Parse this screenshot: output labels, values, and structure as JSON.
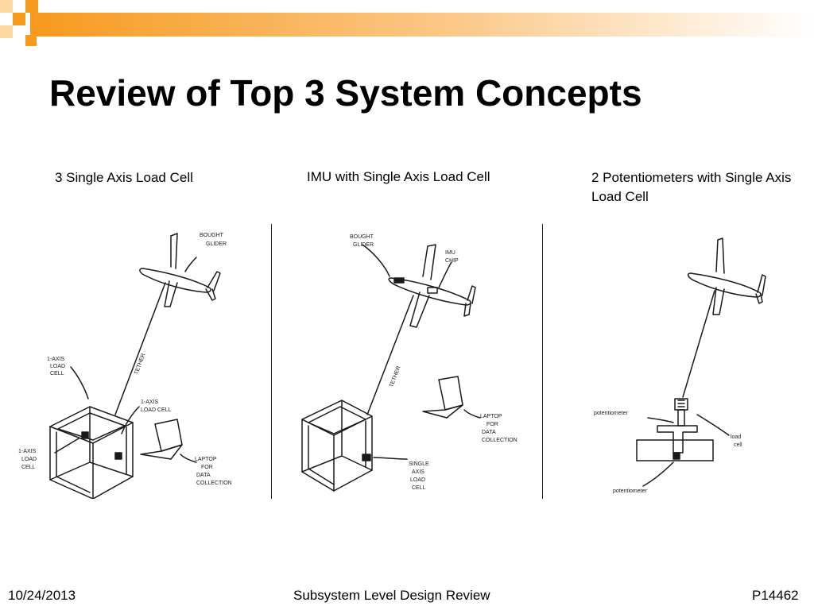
{
  "slide": {
    "title": "Review of Top 3 System Concepts"
  },
  "concepts": [
    {
      "caption": "3 Single Axis Load Cell",
      "labels": {
        "glider": [
          "BOUGHT",
          "GLIDER"
        ],
        "tether": "TETHER",
        "load_cell_a": [
          "1-AXIS",
          "LOAD",
          "CELL"
        ],
        "load_cell_b": [
          "1-AXIS",
          "LOAD CELL"
        ],
        "load_cell_c": [
          "1-AXIS",
          "LOAD",
          "CELL"
        ],
        "laptop": [
          "LAPTOP",
          "FOR",
          "DATA",
          "COLLECTION"
        ]
      }
    },
    {
      "caption": "IMU with Single Axis Load Cell",
      "labels": {
        "glider": [
          "BOUGHT",
          "GLIDER"
        ],
        "imu": [
          "IMU",
          "CHIP"
        ],
        "tether": "TETHER",
        "laptop": [
          "LAPTOP",
          "FOR",
          "DATA",
          "COLLECTION"
        ],
        "load_cell": [
          "SINGLE",
          "AXIS",
          "LOAD",
          "CELL"
        ]
      }
    },
    {
      "caption": "2 Potentiometers with Single Axis Load Cell",
      "labels": {
        "potentiometer_top": "potentiometer",
        "load_cell": [
          "load",
          "cell"
        ],
        "potentiometer_bottom": "potentiometer"
      }
    }
  ],
  "footer": {
    "date": "10/24/2013",
    "center": "Subsystem Level Design Review",
    "project": "P14462"
  },
  "colors": {
    "accent_orange": "#f79a1e",
    "accent_light": "#fcd9a3",
    "ink": "#1a1a1a"
  }
}
